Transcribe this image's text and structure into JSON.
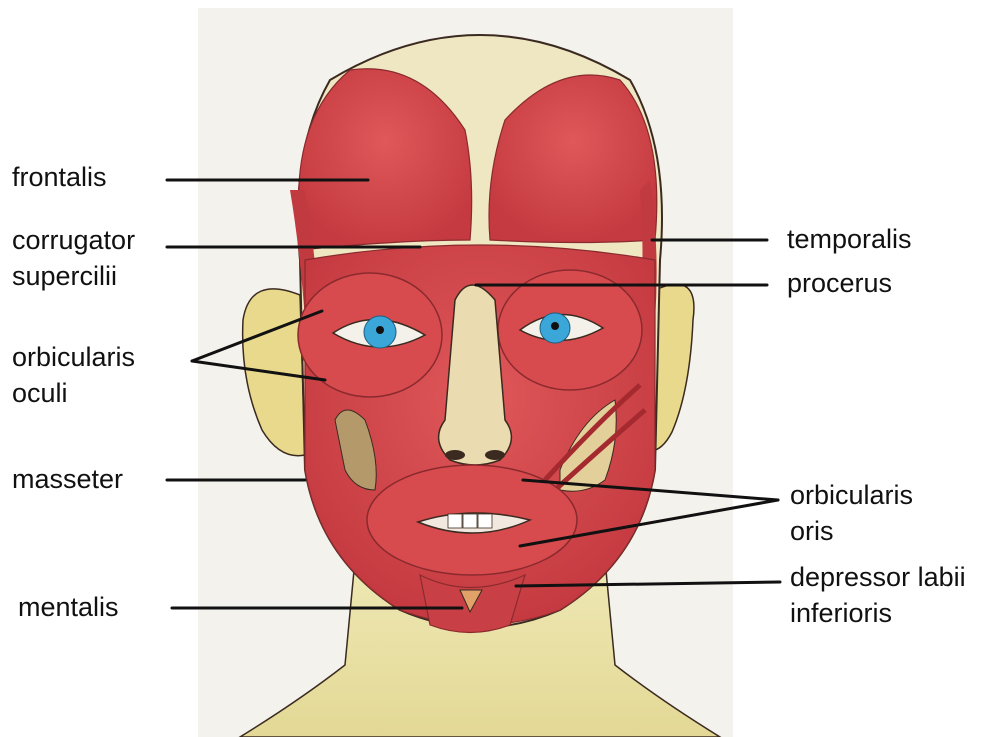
{
  "labels": {
    "frontalis": "frontalis",
    "corrugator_line1": "corrugator",
    "corrugator_line2": "supercilii",
    "orbicularis_oculi_line1": "orbicularis",
    "orbicularis_oculi_line2": "oculi",
    "masseter": "masseter",
    "mentalis": "mentalis",
    "temporalis": "temporalis",
    "procerus": "procerus",
    "orbicularis_oris_line1": "orbicularis",
    "orbicularis_oris_line2": "oris",
    "depressor_line1": "depressor labii",
    "depressor_line2": "inferioris"
  },
  "colors": {
    "muscle": "#d9474b",
    "muscle_dark": "#b8323a",
    "skin": "#e9e3a6",
    "skin_shade": "#cfc57e",
    "scalp": "#efe6c2",
    "iris": "#3aa7d8",
    "outline": "#3a2a20",
    "leader_line": "#111111"
  }
}
